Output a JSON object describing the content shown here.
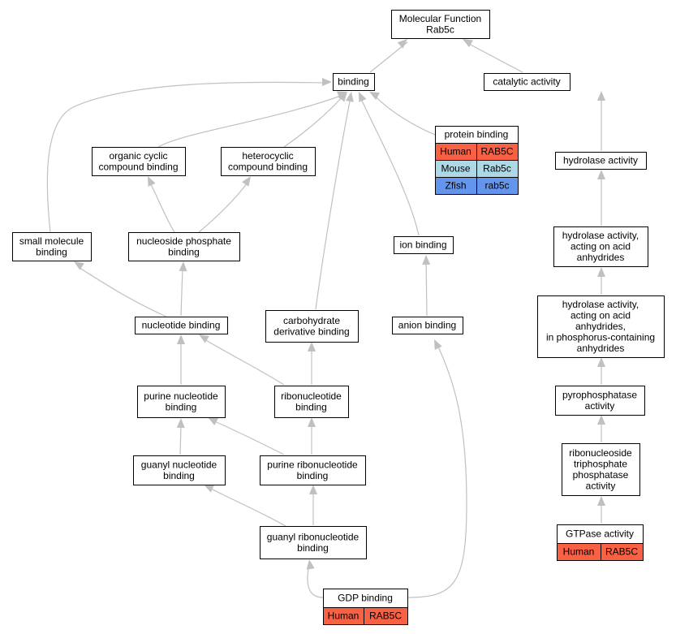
{
  "colors": {
    "human": "#fa6043",
    "mouse": "#add8e6",
    "zfish": "#6495ed",
    "edge": "#c0c0c0"
  },
  "nodes": {
    "molecular_function": [
      "Molecular Function",
      "Rab5c"
    ],
    "binding": [
      "binding"
    ],
    "catalytic_activity": [
      "catalytic activity"
    ],
    "protein_binding": [
      "protein binding"
    ],
    "organic_cyclic": [
      "organic cyclic",
      "compound binding"
    ],
    "heterocyclic": [
      "heterocyclic",
      "compound binding"
    ],
    "hydrolase_activity": [
      "hydrolase activity"
    ],
    "small_molecule": [
      "small molecule",
      "binding"
    ],
    "nucleoside_phosphate": [
      "nucleoside phosphate",
      "binding"
    ],
    "ion_binding": [
      "ion binding"
    ],
    "hydrolase_acid_anhydrides": [
      "hydrolase activity,",
      "acting on acid",
      "anhydrides"
    ],
    "hydrolase_phosphorus": [
      "hydrolase activity,",
      "acting on acid",
      "anhydrides,",
      "in phosphorus-containing",
      "anhydrides"
    ],
    "nucleotide_binding": [
      "nucleotide binding"
    ],
    "carbohydrate_derivative": [
      "carbohydrate",
      "derivative binding"
    ],
    "anion_binding": [
      "anion binding"
    ],
    "purine_nucleotide": [
      "purine nucleotide",
      "binding"
    ],
    "ribonucleotide": [
      "ribonucleotide",
      "binding"
    ],
    "pyrophosphatase": [
      "pyrophosphatase",
      "activity"
    ],
    "guanyl_nucleotide": [
      "guanyl nucleotide",
      "binding"
    ],
    "purine_ribonucleotide": [
      "purine ribonucleotide",
      "binding"
    ],
    "ribonucleoside_triphosphate": [
      "ribonucleoside",
      "triphosphate",
      "phosphatase",
      "activity"
    ],
    "guanyl_ribonucleotide": [
      "guanyl ribonucleotide",
      "binding"
    ],
    "gtpase_activity": [
      "GTPase activity"
    ],
    "gdp_binding": [
      "GDP binding"
    ]
  },
  "annotations": {
    "protein_binding": [
      {
        "species": "Human",
        "gene": "RAB5C",
        "color_key": "human"
      },
      {
        "species": "Mouse",
        "gene": "Rab5c",
        "color_key": "mouse"
      },
      {
        "species": "Zfish",
        "gene": "rab5c",
        "color_key": "zfish"
      }
    ],
    "gtpase_activity": [
      {
        "species": "Human",
        "gene": "RAB5C",
        "color_key": "human"
      }
    ],
    "gdp_binding": [
      {
        "species": "Human",
        "gene": "RAB5C",
        "color_key": "human"
      }
    ]
  }
}
